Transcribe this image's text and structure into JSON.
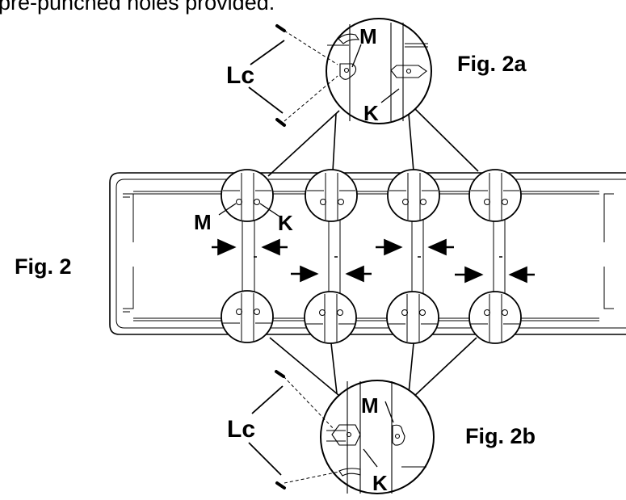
{
  "caption": "pre-punched holes provided.",
  "figures": {
    "fig2": "Fig. 2",
    "fig2a": "Fig. 2a",
    "fig2b": "Fig. 2b"
  },
  "labels": {
    "lc": "Lc",
    "m": "M",
    "k": "K"
  },
  "colors": {
    "ink": "#000000",
    "paper": "#ffffff",
    "stroke_light": "#666666"
  }
}
